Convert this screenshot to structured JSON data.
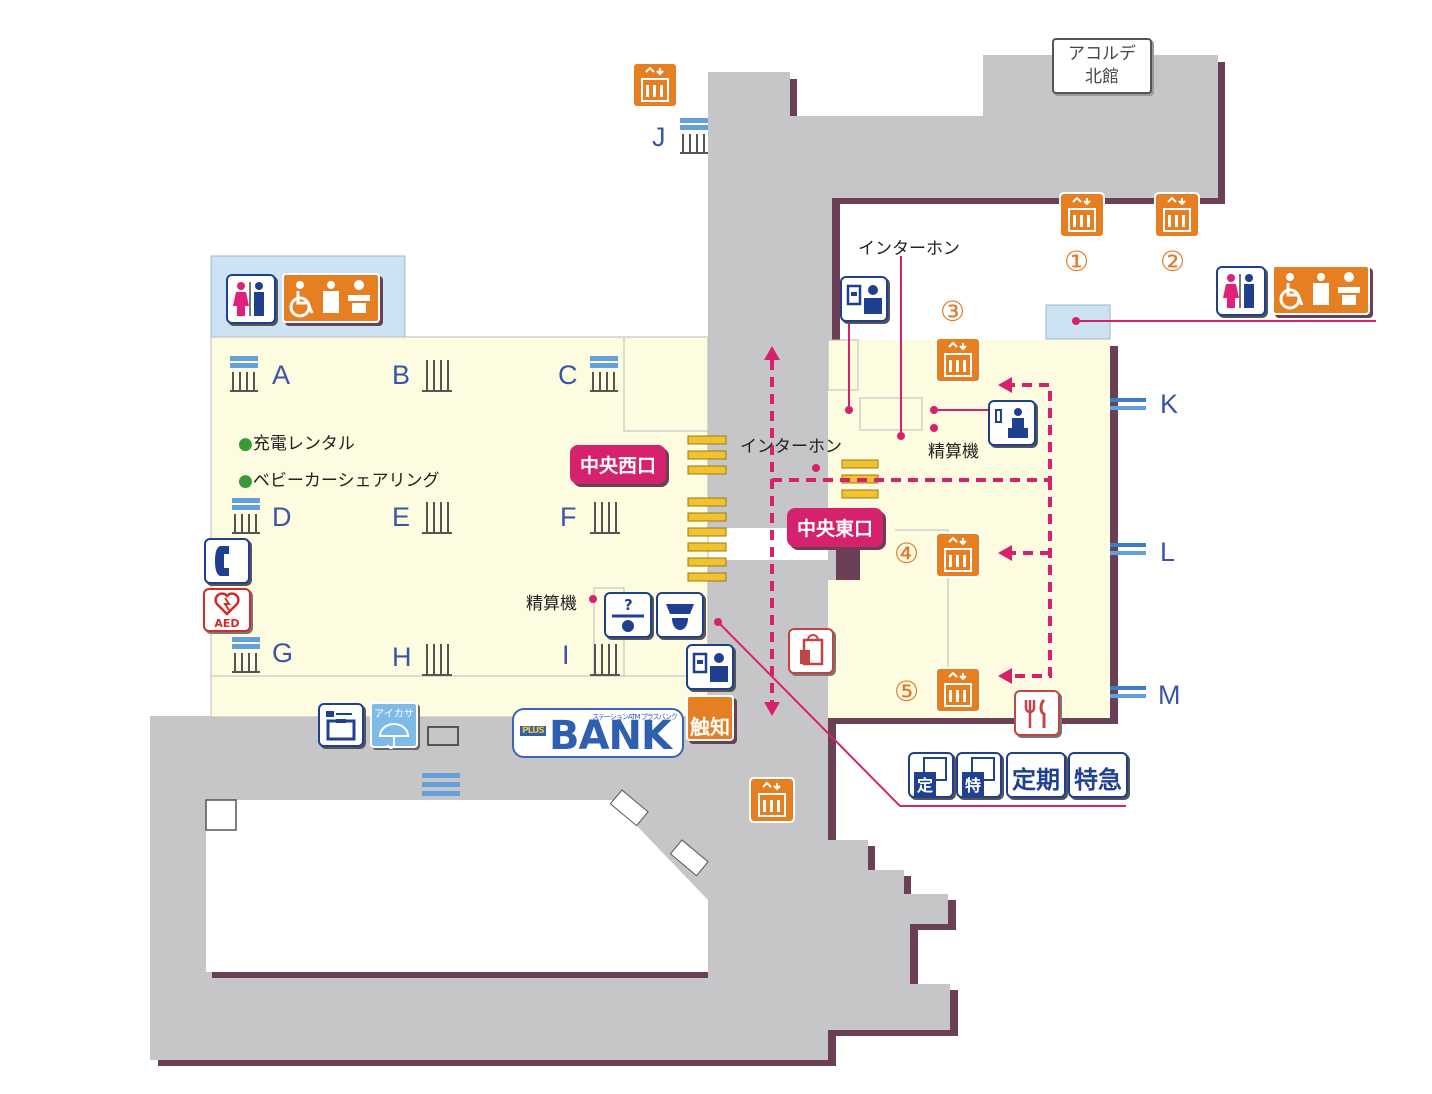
{
  "building": {
    "line1": "アコルデ",
    "line2": "北館"
  },
  "exits": [
    "A",
    "B",
    "C",
    "D",
    "E",
    "F",
    "G",
    "H",
    "I",
    "J",
    "K",
    "L",
    "M"
  ],
  "gates": {
    "west": "中央西口",
    "east": "中央東口"
  },
  "labels": {
    "intercom_top": "インターホン",
    "intercom_mid": "インターホン",
    "fare_adjust_west": "精算機",
    "fare_adjust_east": "精算機",
    "charging_rental": "充電レンタル",
    "stroller_sharing": "ベビーカーシェアリング",
    "aed": "AED",
    "umbrella": "アイカサ",
    "tactile": "触知",
    "bank_plus": "PLUS",
    "bank_small": "ステーションATM プラスバンク",
    "bank_main": "BANK",
    "ticket_teiki_boxed": "定",
    "ticket_toku_boxed": "特",
    "ticket_teiki": "定期",
    "ticket_tokkyu": "特急"
  },
  "elevator_numbers": [
    "①",
    "②",
    "③",
    "④",
    "⑤"
  ],
  "colors": {
    "corridor": "#c6c6c9",
    "concourse": "#fdfbe0",
    "accent_pink": "#d6226c",
    "elevator_orange": "#e67e22",
    "exit_blue": "#3a55a8",
    "stair_blue": "#64a0dc"
  }
}
